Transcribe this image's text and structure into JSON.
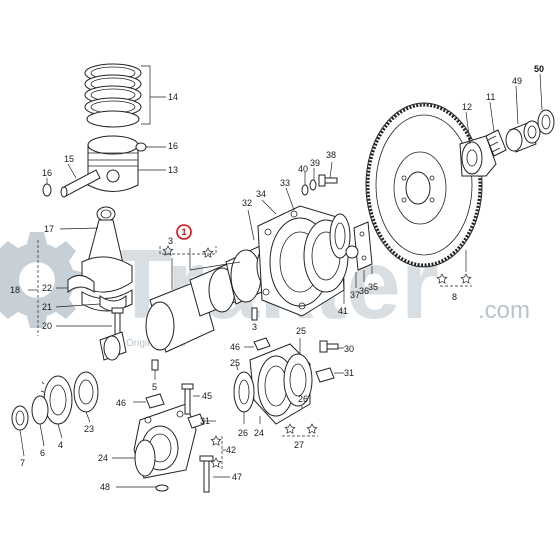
{
  "watermark": {
    "brand": "Trakter",
    "suffix": ".com",
    "sub": "Original parts",
    "color": "#b9c4cc"
  },
  "highlight": {
    "label": "1",
    "color": "#d01010"
  },
  "callouts": [
    {
      "id": "c1",
      "text": "1"
    },
    {
      "id": "c3a",
      "text": "3"
    },
    {
      "id": "c3b",
      "text": "3"
    },
    {
      "id": "c4",
      "text": "4"
    },
    {
      "id": "c5",
      "text": "5"
    },
    {
      "id": "c6",
      "text": "6"
    },
    {
      "id": "c7",
      "text": "7"
    },
    {
      "id": "c8",
      "text": "8"
    },
    {
      "id": "c11",
      "text": "11"
    },
    {
      "id": "c12",
      "text": "12"
    },
    {
      "id": "c13",
      "text": "13"
    },
    {
      "id": "c14",
      "text": "14"
    },
    {
      "id": "c15",
      "text": "15"
    },
    {
      "id": "c16a",
      "text": "16"
    },
    {
      "id": "c16b",
      "text": "16"
    },
    {
      "id": "c17",
      "text": "17"
    },
    {
      "id": "c18",
      "text": "18"
    },
    {
      "id": "c20",
      "text": "20"
    },
    {
      "id": "c21",
      "text": "21"
    },
    {
      "id": "c22",
      "text": "22"
    },
    {
      "id": "c23",
      "text": "23"
    },
    {
      "id": "c24a",
      "text": "24"
    },
    {
      "id": "c24b",
      "text": "24"
    },
    {
      "id": "c25a",
      "text": "25"
    },
    {
      "id": "c25b",
      "text": "25"
    },
    {
      "id": "c26a",
      "text": "26"
    },
    {
      "id": "c26b",
      "text": "26"
    },
    {
      "id": "c27",
      "text": "27"
    },
    {
      "id": "c30",
      "text": "30"
    },
    {
      "id": "c31a",
      "text": "31"
    },
    {
      "id": "c31b",
      "text": "31"
    },
    {
      "id": "c32",
      "text": "32"
    },
    {
      "id": "c33",
      "text": "33"
    },
    {
      "id": "c34",
      "text": "34"
    },
    {
      "id": "c35",
      "text": "35"
    },
    {
      "id": "c36",
      "text": "36"
    },
    {
      "id": "c37",
      "text": "37"
    },
    {
      "id": "c38",
      "text": "38"
    },
    {
      "id": "c39",
      "text": "39"
    },
    {
      "id": "c40",
      "text": "40"
    },
    {
      "id": "c41",
      "text": "41"
    },
    {
      "id": "c42",
      "text": "42"
    },
    {
      "id": "c45",
      "text": "45"
    },
    {
      "id": "c46a",
      "text": "46"
    },
    {
      "id": "c46b",
      "text": "46"
    },
    {
      "id": "c47",
      "text": "47"
    },
    {
      "id": "c48",
      "text": "48"
    },
    {
      "id": "c49",
      "text": "49"
    },
    {
      "id": "c50",
      "text": "50"
    }
  ]
}
